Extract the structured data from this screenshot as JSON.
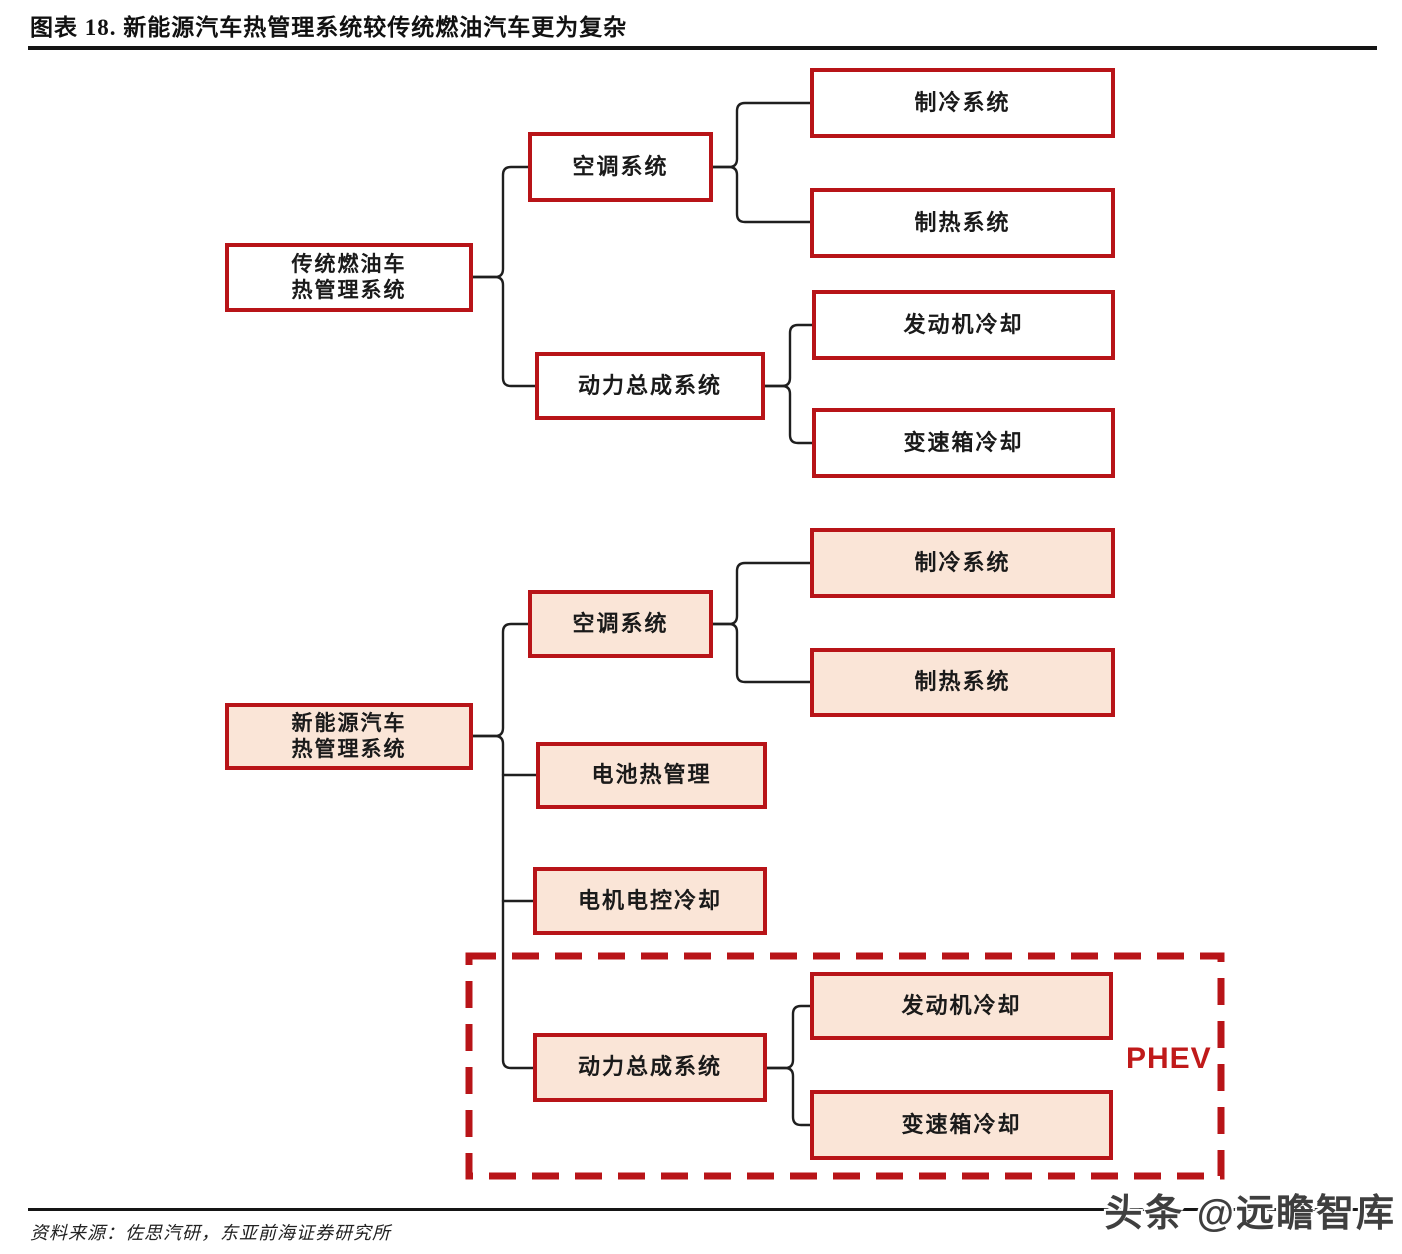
{
  "title": "图表 18. 新能源汽车热管理系统较传统燃油汽车更为复杂",
  "source_note": "资料来源：佐思汽研，东亚前海证券研究所",
  "watermark": "头条 @远瞻智库",
  "colors": {
    "box_border_red": "#B81418",
    "nev_fill_peach": "#FAE5D7",
    "traditional_fill": "#FFFFFF",
    "phev_text_red": "#C01A1A",
    "connector_black": "#1f1f1f"
  },
  "trees": {
    "traditional": {
      "root": [
        "传统燃油车",
        "热管理系统"
      ],
      "branches": [
        {
          "label": "空调系统",
          "children": [
            "制冷系统",
            "制热系统"
          ]
        },
        {
          "label": "动力总成系统",
          "children": [
            "发动机冷却",
            "变速箱冷却"
          ]
        }
      ]
    },
    "nev": {
      "root": [
        "新能源汽车",
        "热管理系统"
      ],
      "branches": [
        {
          "label": "空调系统",
          "children": [
            "制冷系统",
            "制热系统"
          ]
        },
        {
          "label": "电池热管理",
          "children": []
        },
        {
          "label": "电机电控冷却",
          "children": []
        },
        {
          "label": "动力总成系统",
          "children": [
            "发动机冷却",
            "变速箱冷却"
          ],
          "annotation": "PHEV"
        }
      ]
    }
  }
}
